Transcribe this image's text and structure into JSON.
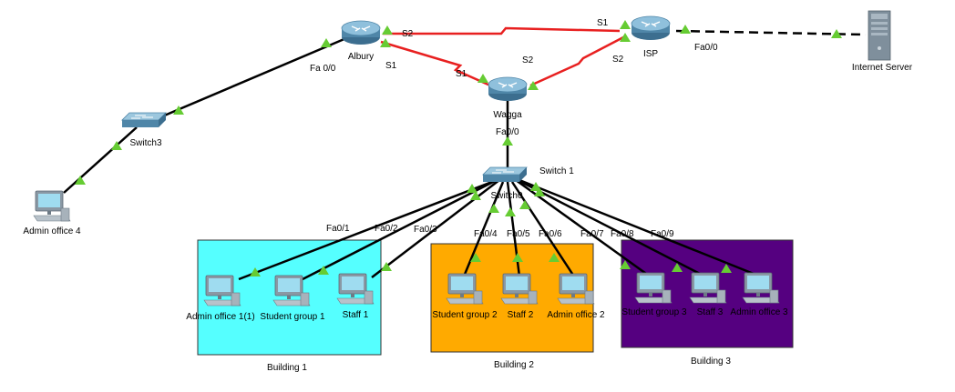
{
  "colors": {
    "building_1": "#55ffff",
    "building_2": "#ffaa00",
    "building_3": "#550080",
    "serial_link": "#e82020",
    "ethernet_link": "#000000",
    "link_up": "#66cc33"
  },
  "areas": {
    "building_1": "Building 1",
    "building_2": "Building 2",
    "building_3": "Building 3"
  },
  "devices": {
    "albury": "Albury",
    "isp": "ISP",
    "wagga": "Wagga",
    "internet_server": "Internet Server",
    "switch3": "Switch3",
    "switch0": "Switch0",
    "switch0_alias": "Switch 1",
    "admin_office_4": "Admin office 4",
    "admin_office_1": "Admin office 1(1)",
    "student_group_1": "Student group 1",
    "staff_1": "Staff 1",
    "student_group_2": "Student group 2",
    "staff_2": "Staff 2",
    "admin_office_2": "Admin office 2",
    "student_group_3": "Student group 3",
    "staff_3": "Staff 3",
    "admin_office_3": "Admin office 3"
  },
  "ports": {
    "albury_s2": "S2",
    "albury_s1": "S1",
    "albury_fa00": "Fa 0/0",
    "isp_s1": "S1",
    "isp_s2": "S2",
    "isp_fa00": "Fa0/0",
    "wagga_s1": "S1",
    "wagga_s2": "S2",
    "wagga_fa00": "Fa0/0",
    "fa01": "Fa0/1",
    "fa02": "Fa0/2",
    "fa03": "Fa0/3",
    "fa04": "Fa0/4",
    "fa05": "Fa0/5",
    "fa06": "Fa0/6",
    "fa07": "Fa0/7",
    "fa08": "Fa0/8",
    "fa09": "Fa0/9"
  }
}
